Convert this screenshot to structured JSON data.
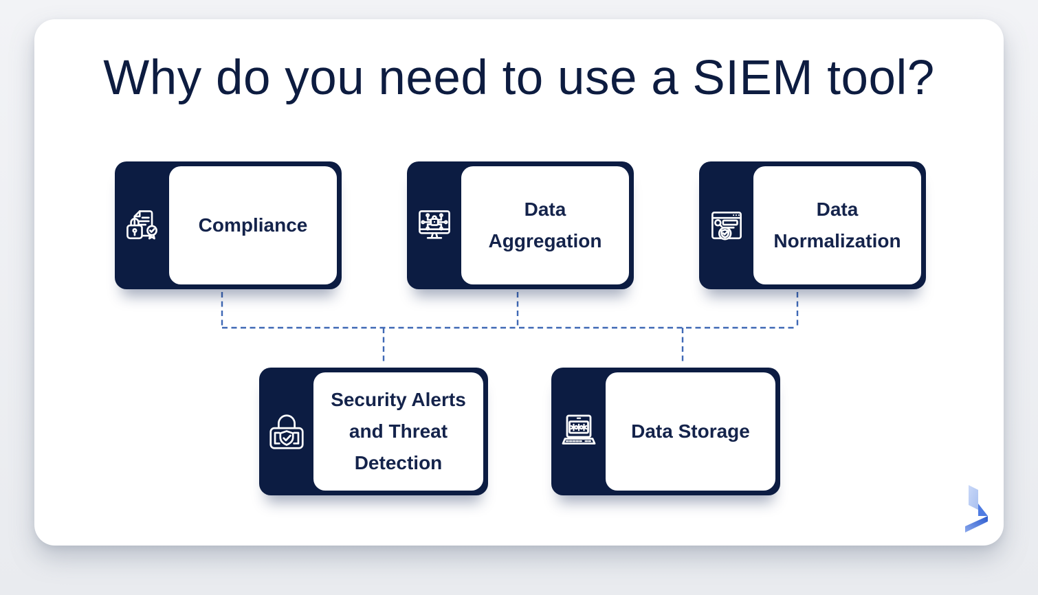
{
  "title": "Why do you need to use a SIEM tool?",
  "cards": [
    {
      "label": "Compliance",
      "icon": "compliance-document-lock-certificate-icon"
    },
    {
      "label": "Data Aggregation",
      "icon": "data-aggregation-monitor-network-lock-icon"
    },
    {
      "label": "Data Normalization",
      "icon": "data-normalization-browser-search-check-icon"
    },
    {
      "label": "Security Alerts and Threat Detection",
      "icon": "security-alerts-padlock-shield-check-icon"
    },
    {
      "label": "Data Storage",
      "icon": "data-storage-laptop-password-icon"
    }
  ],
  "connectors": {
    "style": "dashed",
    "color": "#3e68b5"
  },
  "colors": {
    "page_background": "#edeff2",
    "card_background": "#ffffff",
    "box_navy": "#0c1c42",
    "title_text": "#0d1c40",
    "label_text": "#14234b",
    "icon_stroke": "#ffffff",
    "logo_light_blue": "#b9ccf4",
    "logo_mid_blue": "#4f7ce2",
    "logo_dark_blue": "#2a5ace"
  },
  "logo": {
    "name": "brand-logo"
  }
}
